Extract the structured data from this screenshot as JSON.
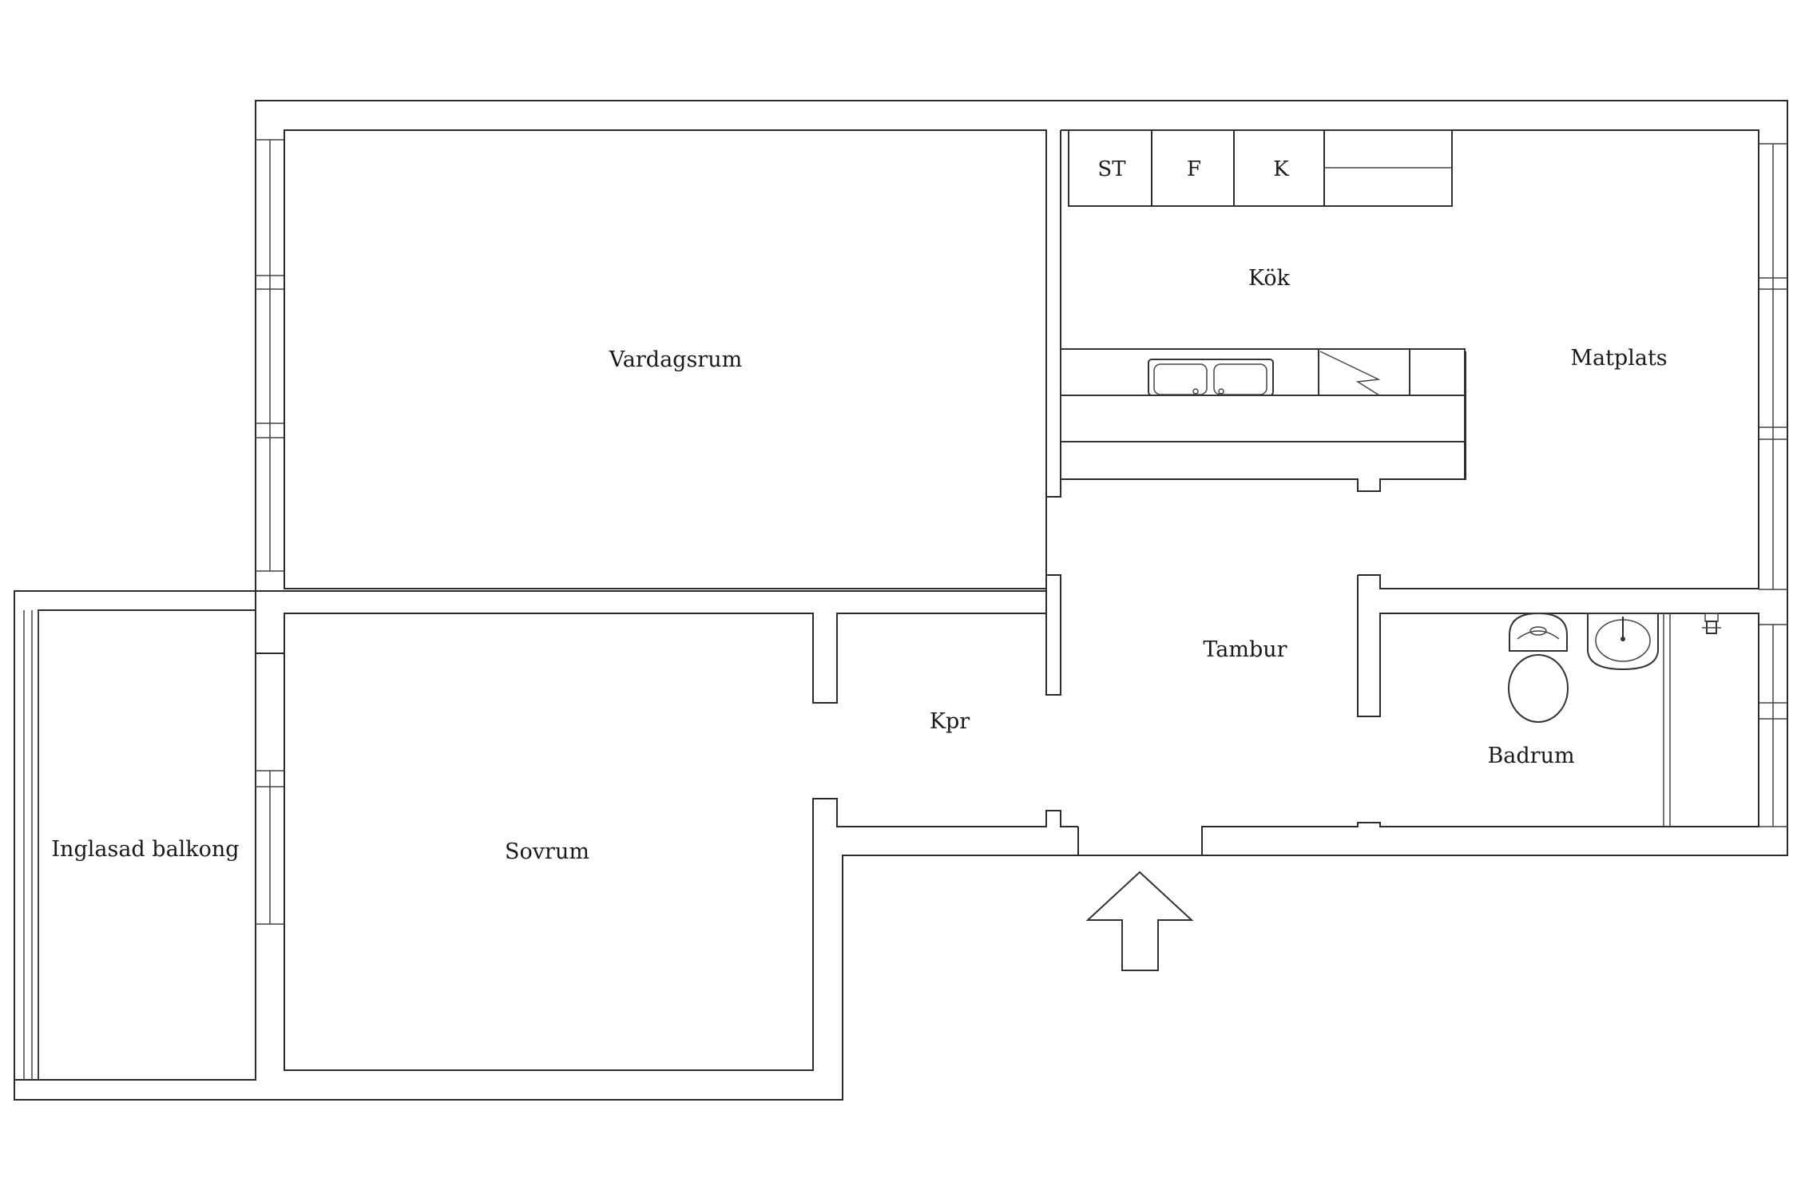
{
  "rooms": {
    "vardagsrum": "Vardagsrum",
    "kok": "Kök",
    "matplats": "Matplats",
    "tambur": "Tambur",
    "kpr": "Kpr",
    "badrum": "Badrum",
    "sovrum": "Sovrum",
    "balkong": "Inglasad balkong"
  },
  "appliances": {
    "stove": "ST",
    "fridge": "F",
    "freezer": "K"
  },
  "icons": {
    "entrance": "entrance-arrow-icon",
    "sink": "kitchen-sink-icon",
    "toilet": "toilet-icon",
    "washbasin": "washbasin-icon"
  }
}
